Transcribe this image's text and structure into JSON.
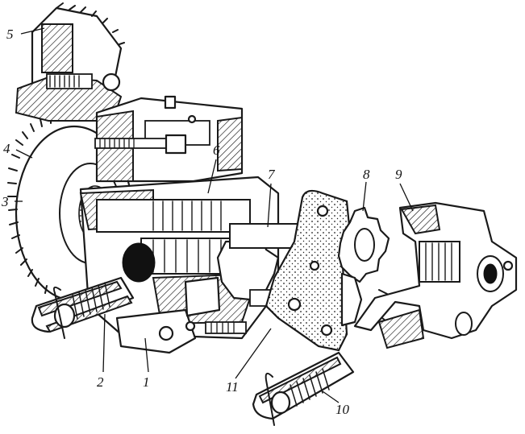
{
  "labels": {
    "n1": "1",
    "n2": "2",
    "n3": "3",
    "n4": "4",
    "n5": "5",
    "n6": "6",
    "n7": "7",
    "n8": "8",
    "n9": "9",
    "n10": "10",
    "n11": "11"
  },
  "colors": {
    "ink": "#1a1a1a",
    "background": "#ffffff"
  }
}
